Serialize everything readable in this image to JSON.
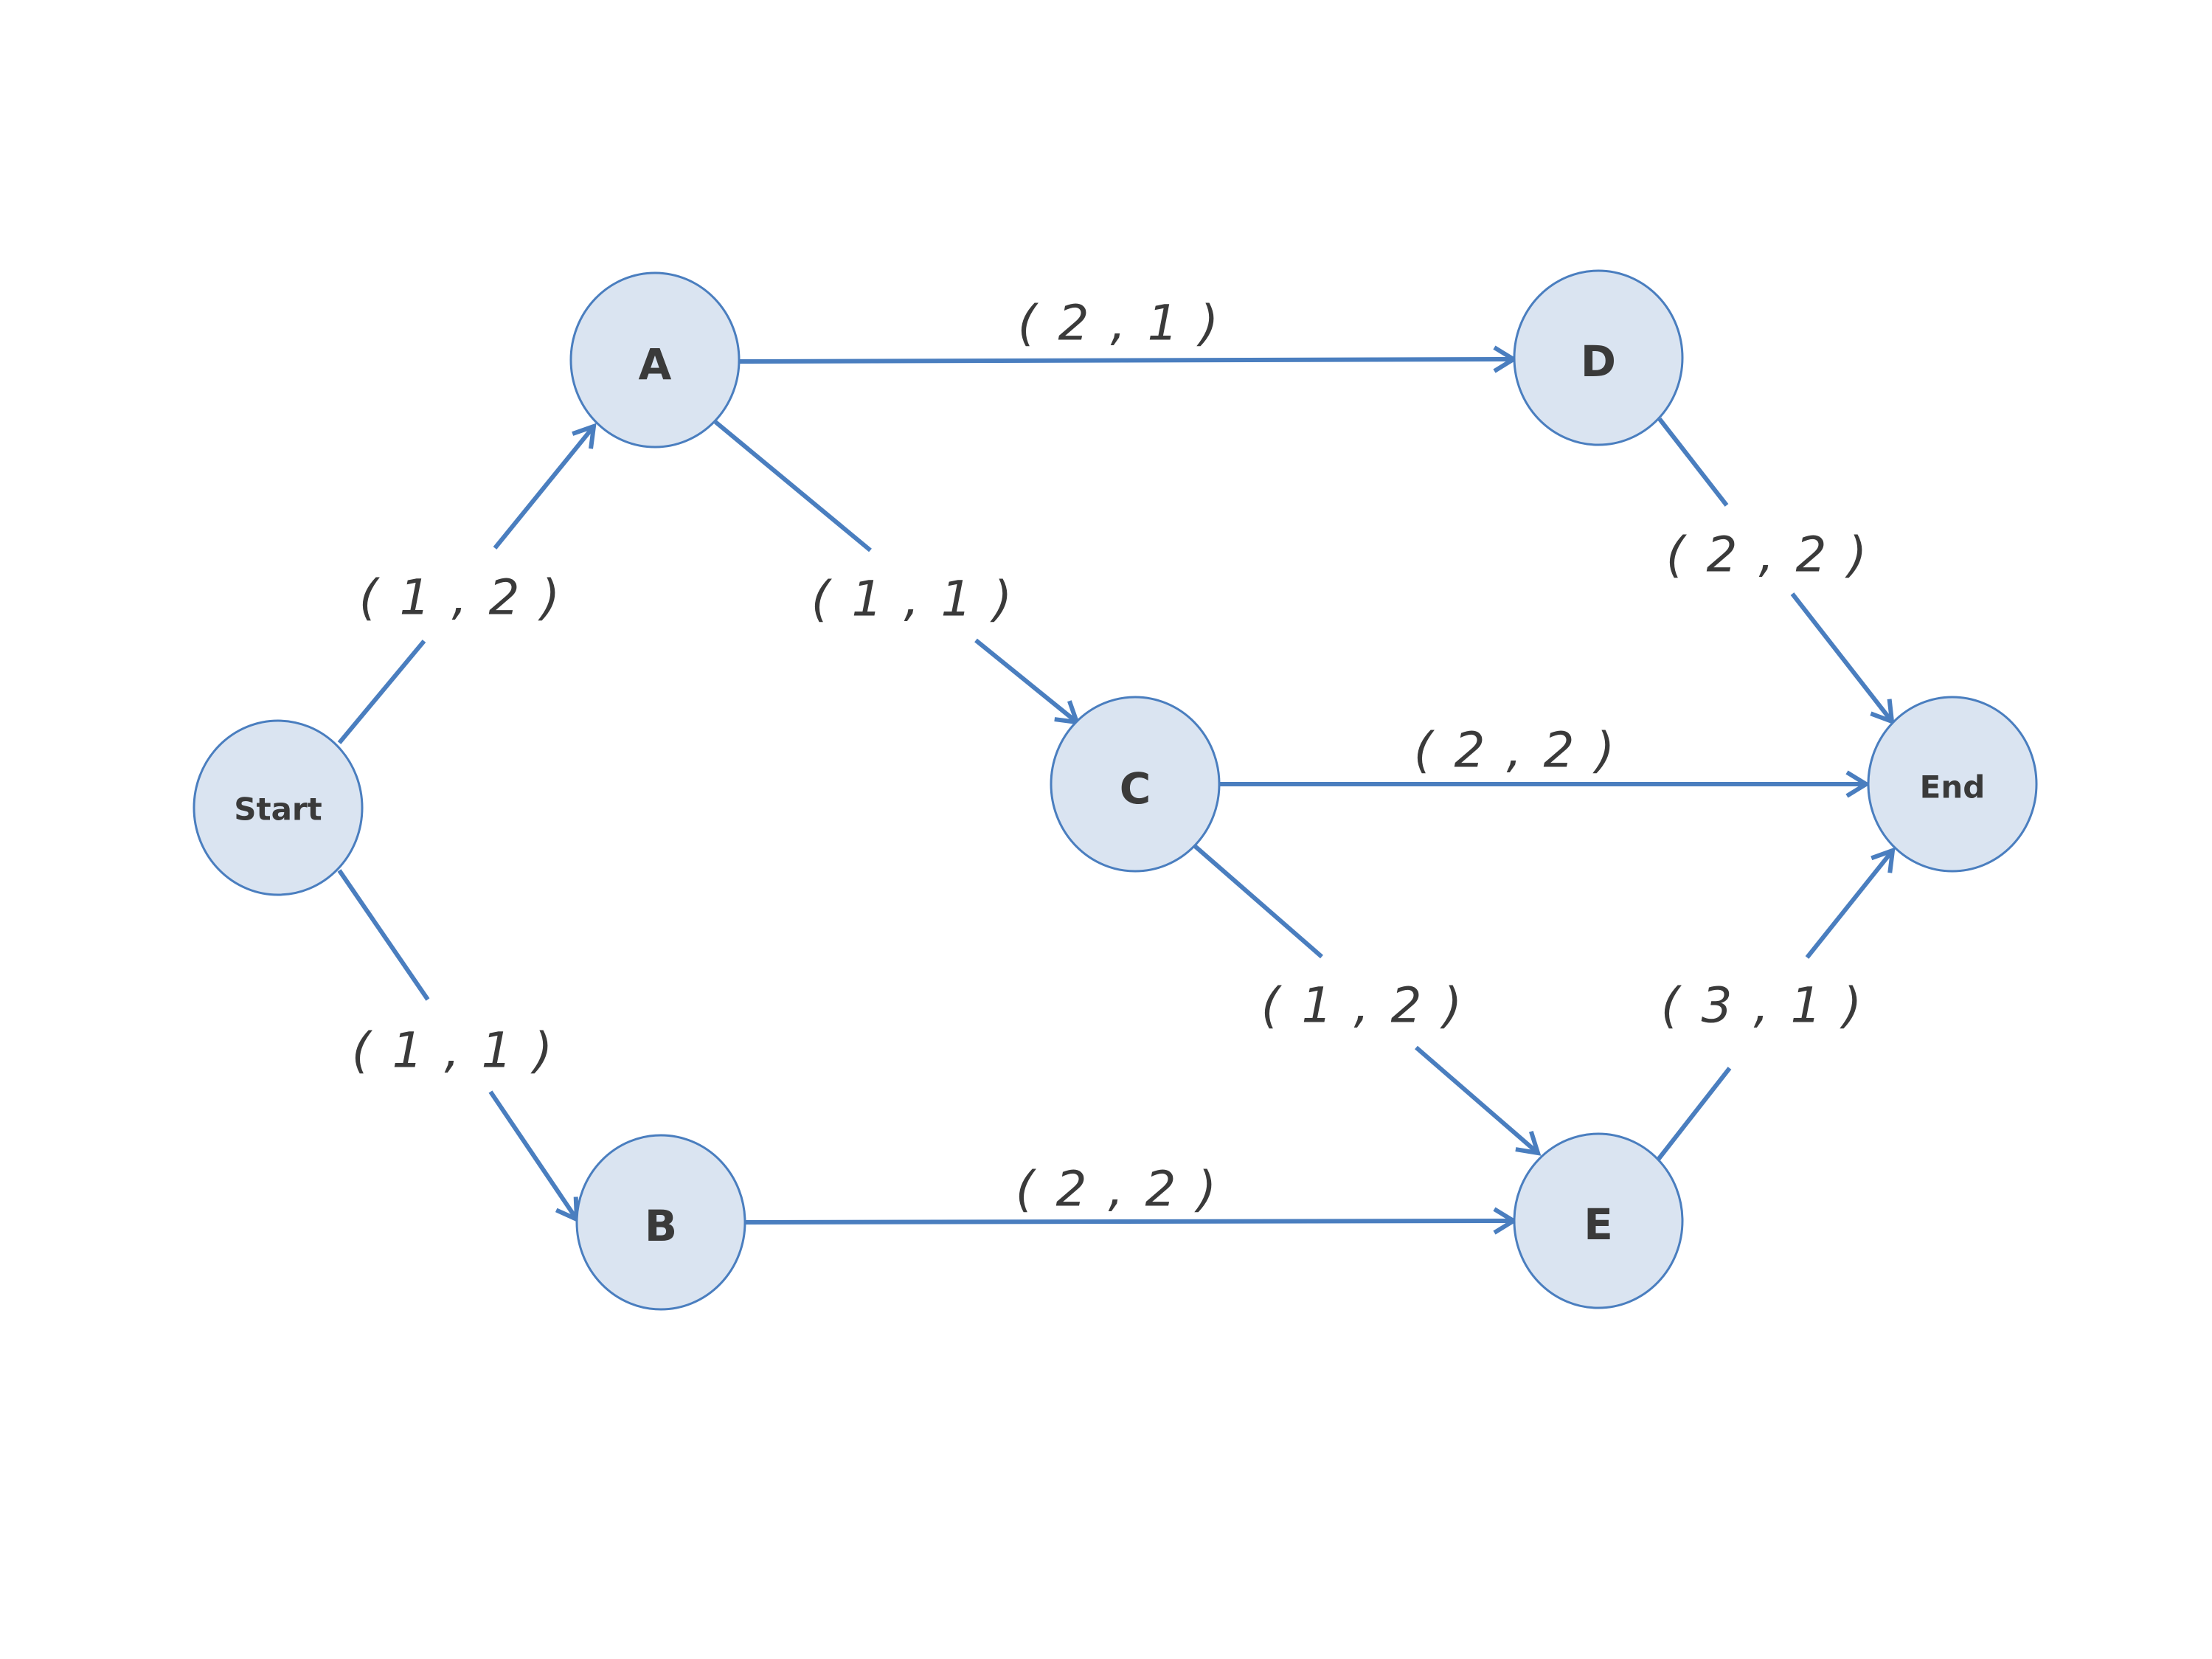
{
  "colors": {
    "node_fill": "#dae4f1",
    "node_stroke": "#4a7ebf",
    "edge": "#4a7ebf",
    "text": "#3a3a3a",
    "background": "#ffffff"
  },
  "nodes": {
    "start": {
      "label": "Start"
    },
    "a": {
      "label": "A"
    },
    "b": {
      "label": "B"
    },
    "c": {
      "label": "C"
    },
    "d": {
      "label": "D"
    },
    "e": {
      "label": "E"
    },
    "end": {
      "label": "End"
    }
  },
  "edges": {
    "start_a": {
      "from": "Start",
      "to": "A",
      "label": "( 1 , 2 )"
    },
    "start_b": {
      "from": "Start",
      "to": "B",
      "label": "( 1 , 1 )"
    },
    "a_d": {
      "from": "A",
      "to": "D",
      "label": "( 2 , 1 )"
    },
    "a_c": {
      "from": "A",
      "to": "C",
      "label": "( 1 , 1 )"
    },
    "c_end": {
      "from": "C",
      "to": "End",
      "label": "( 2 , 2 )"
    },
    "c_e": {
      "from": "C",
      "to": "E",
      "label": "( 1 , 2 )"
    },
    "d_end": {
      "from": "D",
      "to": "End",
      "label": "( 2 , 2 )"
    },
    "b_e": {
      "from": "B",
      "to": "E",
      "label": "( 2 , 2 )"
    },
    "e_end": {
      "from": "E",
      "to": "End",
      "label": "( 3 , 1 )"
    }
  }
}
